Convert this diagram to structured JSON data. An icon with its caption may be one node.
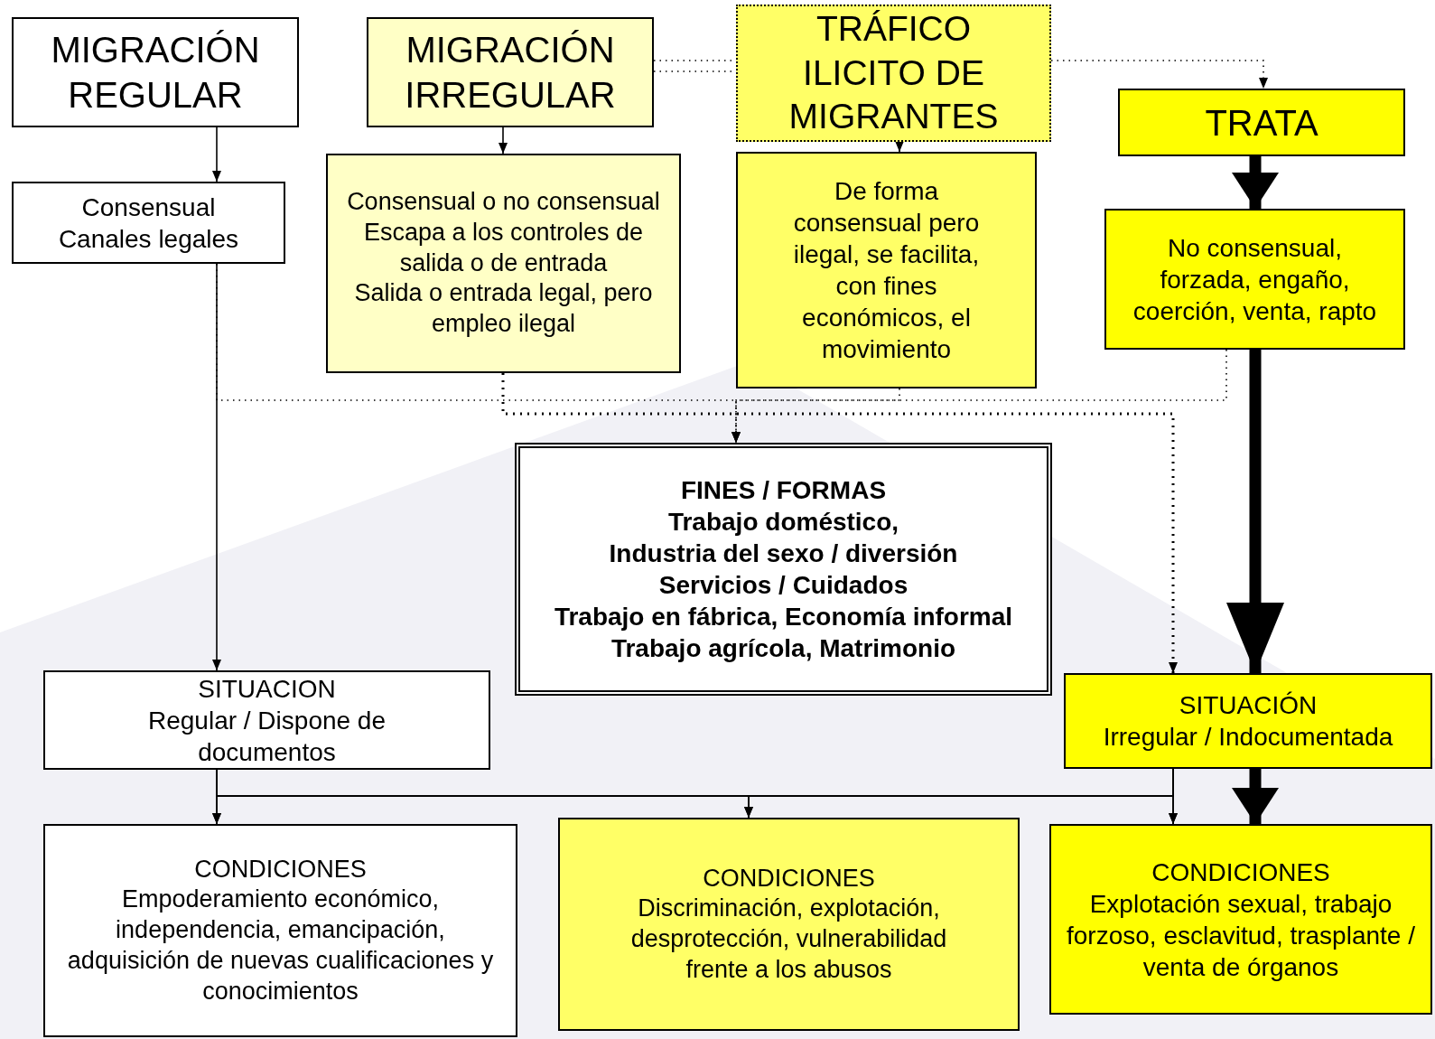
{
  "diagram": {
    "nodes": [
      {
        "text": [
          "MIGRACIÓN REGULAR"
        ]
      },
      {
        "text": [
          "MIGRACIÓN IRREGULAR"
        ]
      },
      {
        "text": [
          "TRÁFICO ILICITO DE MIGRANTES"
        ]
      },
      {
        "text": [
          "TRATA"
        ]
      },
      {
        "text": [
          "Consensual",
          "Canales legales"
        ]
      },
      {
        "text": [
          "Consensual o no consensual",
          "Escapa a los controles de salida o de entrada",
          "Salida o entrada legal, pero empleo ilegal"
        ]
      },
      {
        "text": [
          "De forma consensual pero ilegal, se facilita, con fines económicos, el movimiento"
        ]
      },
      {
        "text": [
          "No consensual, forzada, engaño, coerción, venta, rapto"
        ]
      },
      {
        "text": [
          "FINES / FORMAS",
          "Trabajo doméstico,",
          "Industria del sexo / diversión",
          "Servicios / Cuidados",
          "Trabajo en fábrica, Economía informal",
          "Trabajo agrícola, Matrimonio"
        ]
      },
      {
        "text": [
          "SITUACION",
          "Regular / Dispone de documentos"
        ]
      },
      {
        "text": [
          "SITUACIÓN",
          "Irregular / Indocumentada"
        ]
      },
      {
        "text": [
          "CONDICIONES",
          "Empoderamiento económico, independencia, emancipación, adquisición de nuevas cualificaciones y conocimientos"
        ]
      },
      {
        "text": [
          "CONDICIONES",
          "Discriminación, explotación, desprotección, vulnerabilidad frente a los abusos"
        ]
      },
      {
        "text": [
          "CONDICIONES",
          "Explotación sexual, trabajo forzoso, esclavitud, trasplante / venta de órganos"
        ]
      }
    ],
    "edges": [
      {
        "from": 0,
        "to": 4,
        "arrow": "to"
      },
      {
        "from": 1,
        "to": 5,
        "arrow": "to"
      },
      {
        "from": 2,
        "to": 6,
        "arrow": "to"
      },
      {
        "from": 3,
        "to": 7,
        "arrow": "to",
        "style": "thick"
      },
      {
        "from": 1,
        "to": 2,
        "arrow": "none",
        "style": "dashed"
      },
      {
        "from": 1,
        "to": 2,
        "arrow": "none",
        "style": "dashed"
      },
      {
        "from": 2,
        "to": 3,
        "arrow": "to",
        "style": "dashed"
      },
      {
        "from": 4,
        "to": 9,
        "arrow": "to"
      },
      {
        "from": 4,
        "to": 8,
        "arrow": "to",
        "style": "dashed"
      },
      {
        "from": 6,
        "to": 8,
        "arrow": "to",
        "style": "dashed"
      },
      {
        "from": 7,
        "to": 8,
        "arrow": "to",
        "style": "dashed"
      },
      {
        "from": 5,
        "to": 10,
        "arrow": "to",
        "style": "dashed"
      },
      {
        "from": 7,
        "to": 10,
        "arrow": "to",
        "style": "thick"
      },
      {
        "from": 10,
        "to": 13,
        "arrow": "to",
        "style": "thick"
      },
      {
        "from": 9,
        "to": 11,
        "arrow": "to"
      },
      {
        "from": 9,
        "to": 12,
        "arrow": "to"
      },
      {
        "from": 9,
        "to": 13,
        "arrow": "to"
      },
      {
        "from": 10,
        "to": 11,
        "arrow": "to"
      },
      {
        "from": 10,
        "to": 12,
        "arrow": "to"
      },
      {
        "from": 10,
        "to": 13,
        "arrow": "to"
      }
    ]
  }
}
